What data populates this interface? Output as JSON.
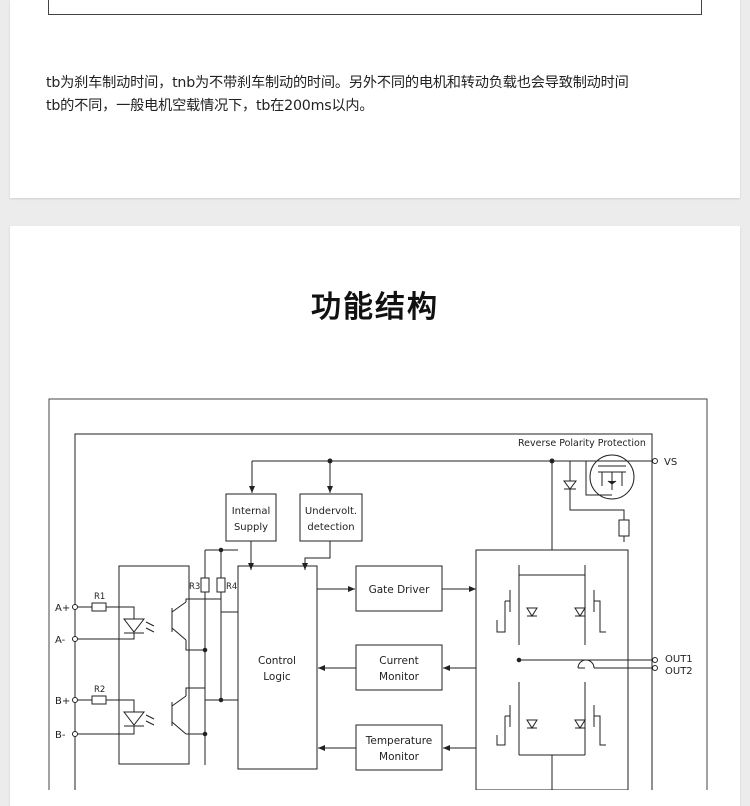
{
  "description": {
    "line1": "tb为刹车制动时间，tnb为不带刹车制动的时间。另外不同的电机和转动负载也会导致制动时间",
    "line2": "tb的不同，一般电机空载情况下，tb在200ms以内。"
  },
  "section": {
    "title": "功能结构"
  },
  "diagram": {
    "reverse_polarity_label": "Reverse Polarity Protection",
    "vs_label": "VS",
    "internal_supply": [
      "Internal",
      "Supply"
    ],
    "undervolt_detection": [
      "Undervolt.",
      "detection"
    ],
    "control_logic": [
      "Control",
      "Logic"
    ],
    "gate_driver": "Gate Driver",
    "current_monitor": [
      "Current",
      "Monitor"
    ],
    "temperature_monitor": [
      "Temperature",
      "Monitor"
    ],
    "inputs": {
      "a_plus": "A+",
      "a_minus": "A-",
      "b_plus": "B+",
      "b_minus": "B-"
    },
    "resistors": {
      "r1": "R1",
      "r2": "R2",
      "r3": "R3",
      "r4": "R4"
    },
    "outputs": {
      "out1": "OUT1",
      "out2": "OUT2"
    }
  },
  "colors": {
    "line": "#222222",
    "background": "#ececec",
    "card": "#ffffff"
  }
}
